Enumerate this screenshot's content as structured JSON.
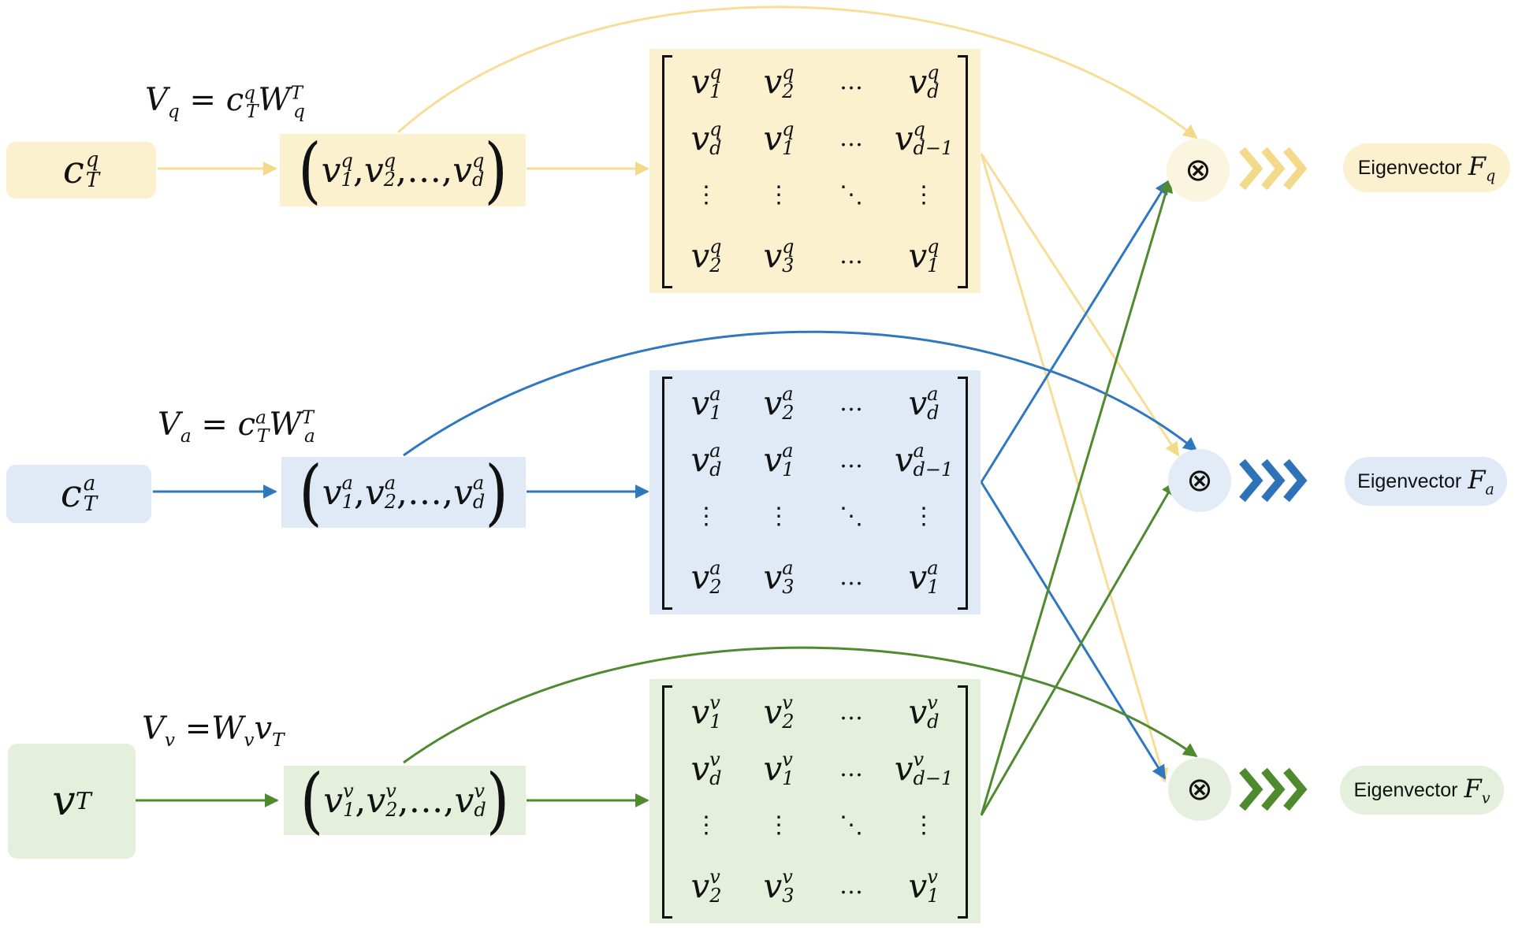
{
  "rows": [
    {
      "id": "q",
      "input_base": "c",
      "input_sup": "q",
      "input_sub": "T",
      "formula": {
        "lhs": "V",
        "lhs_sub": "q",
        "eq": " = ",
        "c": "c",
        "c_sup": "q",
        "c_sub": "T",
        "w": "W",
        "w_sup": "T",
        "w_sub": "q"
      },
      "vector": {
        "v": "v",
        "sup": "q",
        "i1": "1",
        "i2": "2",
        "id": "d",
        "sep": ", ",
        "ellipsis": "…"
      },
      "matrix": [
        [
          "1",
          "2",
          "…",
          "d"
        ],
        [
          "d",
          "1",
          "…",
          "d−1"
        ],
        [
          "⋮",
          "⋮",
          "⋱",
          "⋮"
        ],
        [
          "2",
          "3",
          "…",
          "1"
        ]
      ],
      "label_text": "Eigenvector",
      "label_var": "F",
      "label_sub": "q"
    },
    {
      "id": "a",
      "input_base": "c",
      "input_sup": "a",
      "input_sub": "T",
      "formula": {
        "lhs": "V",
        "lhs_sub": "a",
        "eq": " = ",
        "c": "c",
        "c_sup": "a",
        "c_sub": "T",
        "w": "W",
        "w_sup": "T",
        "w_sub": "a"
      },
      "vector": {
        "v": "v",
        "sup": "a",
        "i1": "1",
        "i2": "2",
        "id": "d",
        "sep": ", ",
        "ellipsis": "…"
      },
      "matrix": [
        [
          "1",
          "2",
          "…",
          "d"
        ],
        [
          "d",
          "1",
          "…",
          "d−1"
        ],
        [
          "⋮",
          "⋮",
          "⋱",
          "⋮"
        ],
        [
          "2",
          "3",
          "…",
          "1"
        ]
      ],
      "label_text": "Eigenvector",
      "label_var": "F",
      "label_sub": "a"
    },
    {
      "id": "v",
      "input_base": "v",
      "input_sup": "",
      "input_sub": "T",
      "formula": {
        "lhs": "V",
        "lhs_sub": "v",
        "eq": " =",
        "w": "W",
        "w_sub": "v",
        "vv": "v",
        "vv_sub": "T"
      },
      "vector": {
        "v": "v",
        "sup": "v",
        "i1": "1",
        "i2": "2",
        "id": "d",
        "sep": ", ",
        "ellipsis": "…"
      },
      "matrix": [
        [
          "1",
          "2",
          "…",
          "d"
        ],
        [
          "d",
          "1",
          "…",
          "d−1"
        ],
        [
          "⋮",
          "⋮",
          "⋱",
          "⋮"
        ],
        [
          "2",
          "3",
          "…",
          "1"
        ]
      ],
      "label_text": "Eigenvector",
      "label_var": "F",
      "label_sub": "v"
    }
  ],
  "operator_symbol": "⊗",
  "colors": {
    "q_fill": "#fcf1cf",
    "q_line": "#f7de98",
    "q_chev": "#f3d98a",
    "a_fill": "#dfeaf6",
    "a_line": "#2f77bf",
    "a_chev": "#2e72b8",
    "v_fill": "#e4efdc",
    "v_line": "#4f8a2f",
    "v_chev": "#4e8a2e",
    "circle_fill": "#eef1ea"
  }
}
